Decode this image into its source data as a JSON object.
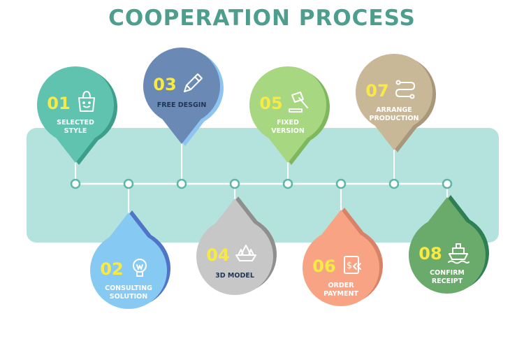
{
  "title": "COOPERATION PROCESS",
  "colors": {
    "title": "#4e9e8d",
    "band": "#b4e3dd",
    "line": "#ffffff",
    "number": "#f7ea46",
    "label_light": "#ffffff",
    "label_dark": "#1f3556"
  },
  "steps": [
    {
      "number": "01",
      "label_line1": "SELECTED",
      "label_line2": "STYLE",
      "color": "#5fc3b0",
      "shadow": "#3e9e8c",
      "icon": "shopping-bag-icon"
    },
    {
      "number": "02",
      "label_line1": "CONSULTING",
      "label_line2": "SOLUTION",
      "color": "#86c9f3",
      "shadow": "#4f74c8",
      "icon": "lightbulb-icon"
    },
    {
      "number": "03",
      "label_line1": "FREE DESGIN",
      "label_line2": "",
      "color": "#6a8ab5",
      "shadow": "#8ec5f0",
      "icon": "pencil-icon"
    },
    {
      "number": "04",
      "label_line1": "3D MODEL",
      "label_line2": "",
      "color": "#c7c7c7",
      "shadow": "#8f8f8f",
      "icon": "paper-boat-icon"
    },
    {
      "number": "05",
      "label_line1": "FIXED",
      "label_line2": "VERSION",
      "color": "#a7d780",
      "shadow": "#7fb85c",
      "icon": "gavel-icon"
    },
    {
      "number": "06",
      "label_line1": "ORDER",
      "label_line2": "PAYMENT",
      "color": "#f8a484",
      "shadow": "#d9826a",
      "icon": "payment-icon"
    },
    {
      "number": "07",
      "label_line1": "ARRANGE",
      "label_line2": "PRODUCTION",
      "color": "#c9b898",
      "shadow": "#a8977a",
      "icon": "route-icon"
    },
    {
      "number": "08",
      "label_line1": "CONFIRM",
      "label_line2": "RECEIPT",
      "color": "#6aab6c",
      "shadow": "#2f7f55",
      "icon": "ship-icon"
    }
  ]
}
